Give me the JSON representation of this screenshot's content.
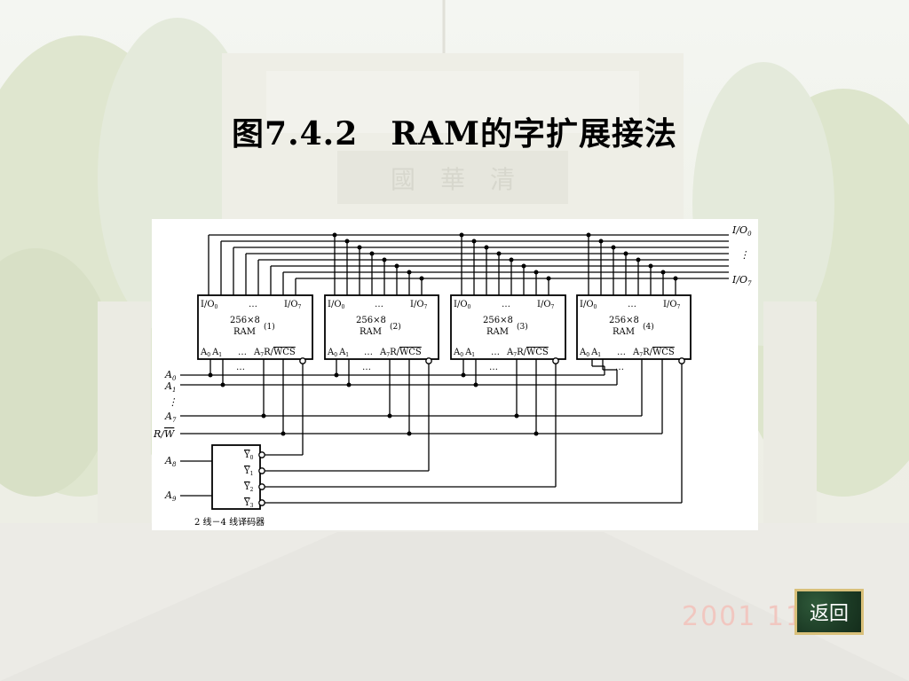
{
  "title": "图7.4.2　RAM的字扩展接法",
  "date_stamp": "2001  11",
  "return_label": "返回",
  "diagram": {
    "chips": [
      {
        "cap": "256×8",
        "idx": "(1)",
        "name": "RAM"
      },
      {
        "cap": "256×8",
        "idx": "(2)",
        "name": "RAM"
      },
      {
        "cap": "256×8",
        "idx": "(3)",
        "name": "RAM"
      },
      {
        "cap": "256×8",
        "idx": "(4)",
        "name": "RAM"
      }
    ],
    "chip_pins_top": [
      "I/O",
      "…",
      "I/O"
    ],
    "chip_pins_bottom": [
      "A",
      "A",
      "…",
      "A",
      "R/",
      "W",
      "CS"
    ],
    "io_labels": [
      "I/O",
      "⋮",
      "I/O"
    ],
    "addr_labels": [
      "A",
      "A",
      "⋮",
      "A"
    ],
    "rw_label": "R/",
    "rw_label_bar": "W",
    "decoder_inputs": [
      "A",
      "A"
    ],
    "decoder_outputs": [
      "Y",
      "Y",
      "Y",
      "Y"
    ],
    "decoder_name": "2 线－4 线译码器"
  }
}
